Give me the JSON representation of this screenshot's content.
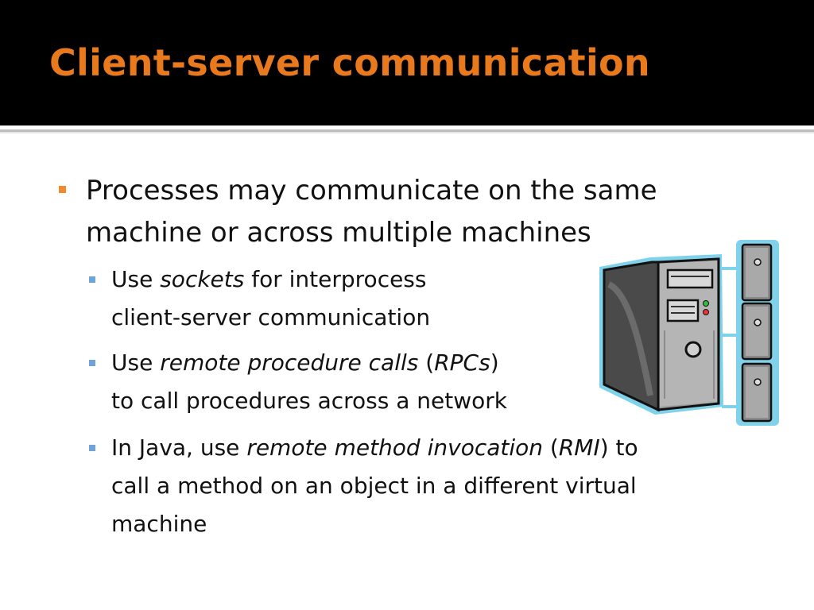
{
  "slide": {
    "title": "Client-server communication",
    "bullet_main": {
      "line1": "Processes may communicate on the same",
      "line2": "machine or across multiple machines"
    },
    "sub_bullets": [
      {
        "a": "Use ",
        "em": "sockets",
        "b": " for interprocess",
        "line2": "client-server communication"
      },
      {
        "a": "Use ",
        "em": "remote procedure calls",
        "b": " (",
        "em2": "RPCs",
        "c": ")",
        "line2": "to call procedures across a network"
      },
      {
        "a": "In Java, use ",
        "em": "remote method invocation",
        "b": " (",
        "em2": "RMI",
        "c": ") to",
        "line2": "call a method on an object in a different virtual",
        "line3": "machine"
      }
    ]
  },
  "illustration": {
    "icon": "computer-tower-with-drives-icon"
  },
  "colors": {
    "title": "#e8791c",
    "bullet_l1": "#f08a2c",
    "bullet_l2": "#6fa4d8",
    "header_bg": "#000000"
  }
}
